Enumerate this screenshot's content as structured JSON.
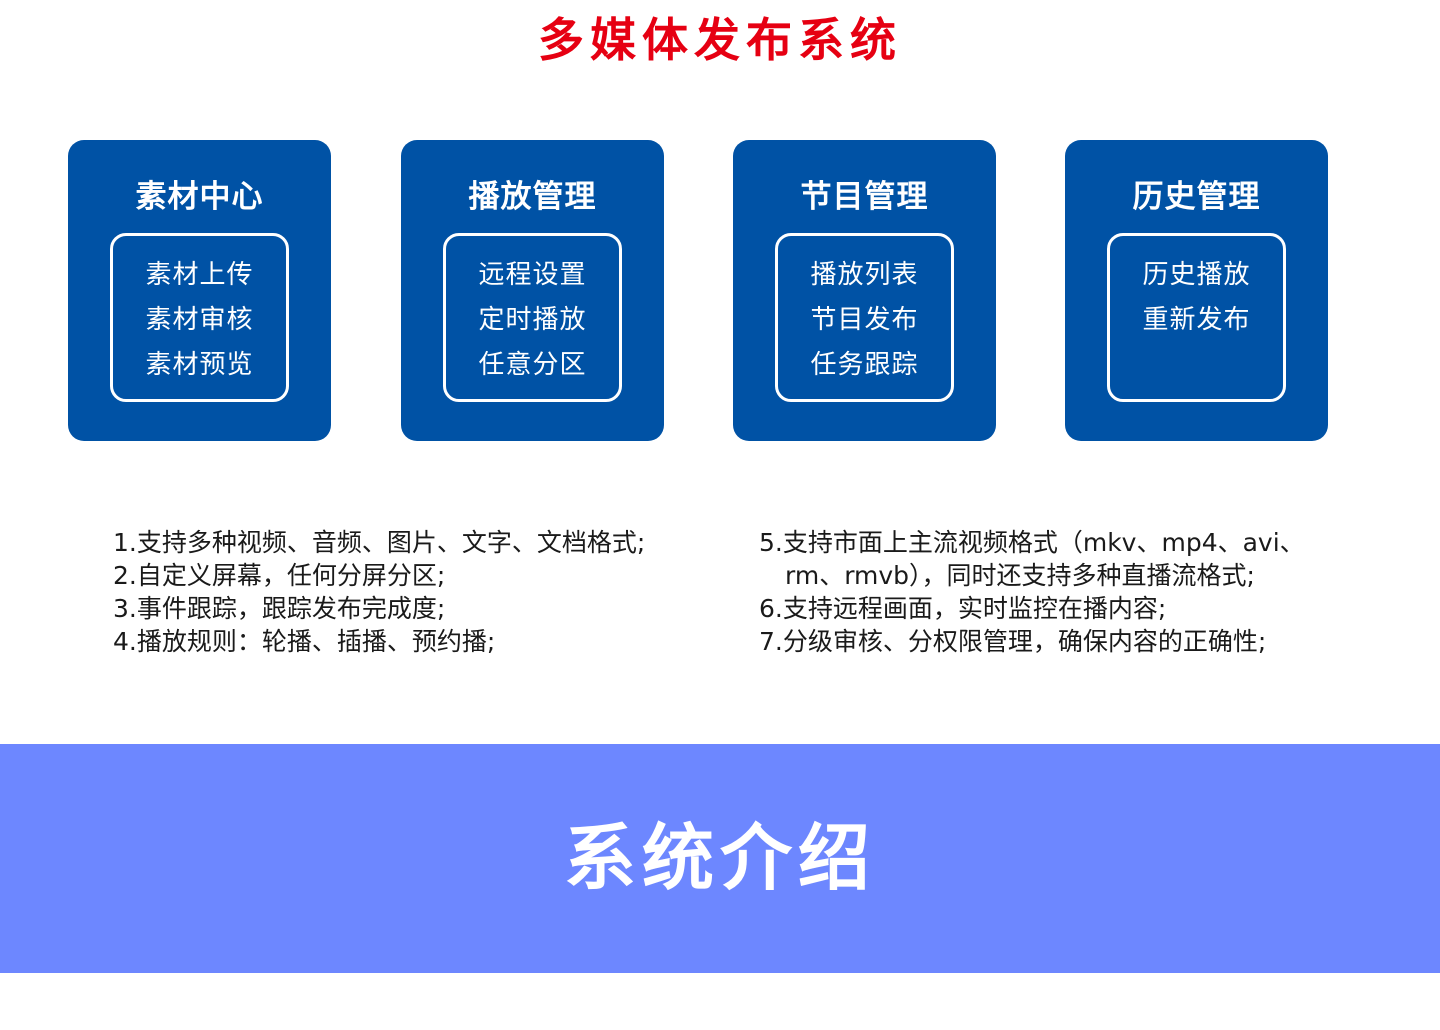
{
  "header": {
    "title": "多媒体发布系统",
    "title_color": "#e60012"
  },
  "colors": {
    "card_bg": "#0052a5",
    "card_text": "#ffffff",
    "banner_bg": "#6d87ff",
    "body_text": "#1a1a1a"
  },
  "cards": [
    {
      "title": "素材中心",
      "items": [
        "素材上传",
        "素材审核",
        "素材预览"
      ]
    },
    {
      "title": "播放管理",
      "items": [
        "远程设置",
        "定时播放",
        "任意分区"
      ]
    },
    {
      "title": "节目管理",
      "items": [
        "播放列表",
        "节目发布",
        "任务跟踪"
      ]
    },
    {
      "title": "历史管理",
      "items": [
        "历史播放",
        "重新发布"
      ]
    }
  ],
  "features": {
    "left": [
      "1.支持多种视频、音频、图片、文字、文档格式;",
      "2.自定义屏幕，任何分屏分区;",
      "3.事件跟踪，跟踪发布完成度;",
      "4.播放规则：轮播、插播、预约播;"
    ],
    "right": [
      "5.支持市面上主流视频格式（mkv、mp4、avi、",
      "rm、rmvb），同时还支持多种直播流格式;",
      "6.支持远程画面，实时监控在播内容;",
      "7.分级审核、分权限管理，确保内容的正确性;"
    ]
  },
  "banner": {
    "title": "系统介绍"
  }
}
